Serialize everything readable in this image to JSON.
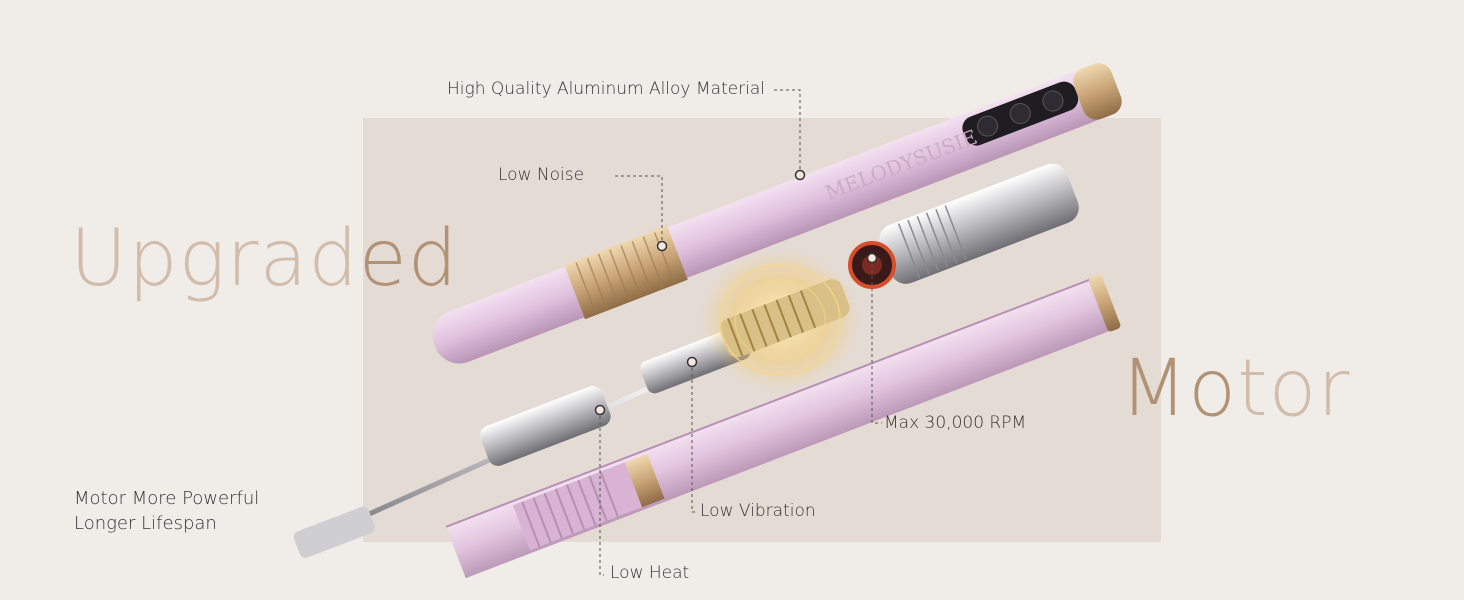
{
  "headline": {
    "word1_light": "Upgrad",
    "word1_dark": "ed",
    "word2_dark": "Mo",
    "word2_light": "tor"
  },
  "brand": "MELODYSUSIE",
  "callouts": {
    "aluminum": "High Quality Aluminum Alloy Material",
    "noise": "Low Noise",
    "rpm": "Max 30,000 RPM",
    "vibration": "Low Vibration",
    "heat": "Low Heat",
    "powerful_line1": "Motor More Powerful",
    "powerful_line2": "Longer Lifespan"
  },
  "colors": {
    "background": "#f0ece8",
    "panel": "#e4dbd4",
    "pen_body": "#e2c4e0",
    "gold": "#c9a477",
    "headline_light": "#d2bcaa",
    "headline_dark": "#b29274"
  }
}
